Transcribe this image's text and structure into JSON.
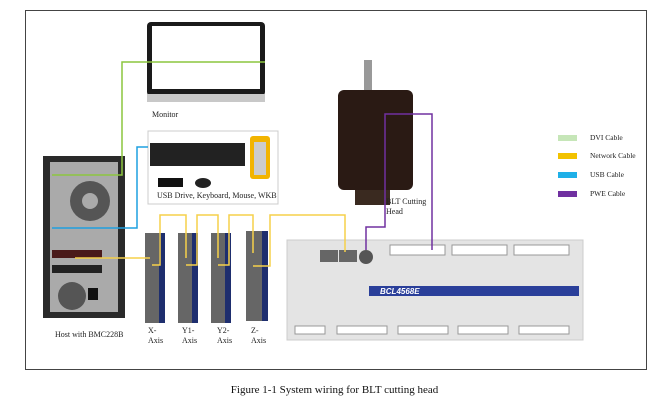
{
  "labels": {
    "monitor": "Monitor",
    "peripherals": "USB Drive, Keyboard, Mouse, WKB",
    "host": "Host with BMC228B",
    "cutting_head": "BLT Cutting Head",
    "axes": [
      "X-Axis",
      "Y1-Axis",
      "Y2-Axis",
      "Z-Axis"
    ],
    "controller_model": "BCL4568E"
  },
  "legend": [
    {
      "label": "DVI Cable",
      "color": "#c6e6b8"
    },
    {
      "label": "Network Cable",
      "color": "#f2c200"
    },
    {
      "label": "USB Cable",
      "color": "#1fb0e8"
    },
    {
      "label": "PWE Cable",
      "color": "#7030a0"
    }
  ],
  "cable_colors": {
    "dvi_line": "#8cc63f",
    "network": "#f5d04a",
    "usb": "#1fa0e0",
    "pwe": "#7030a0"
  },
  "caption": "Figure 1-1  System wiring for BLT cutting head"
}
